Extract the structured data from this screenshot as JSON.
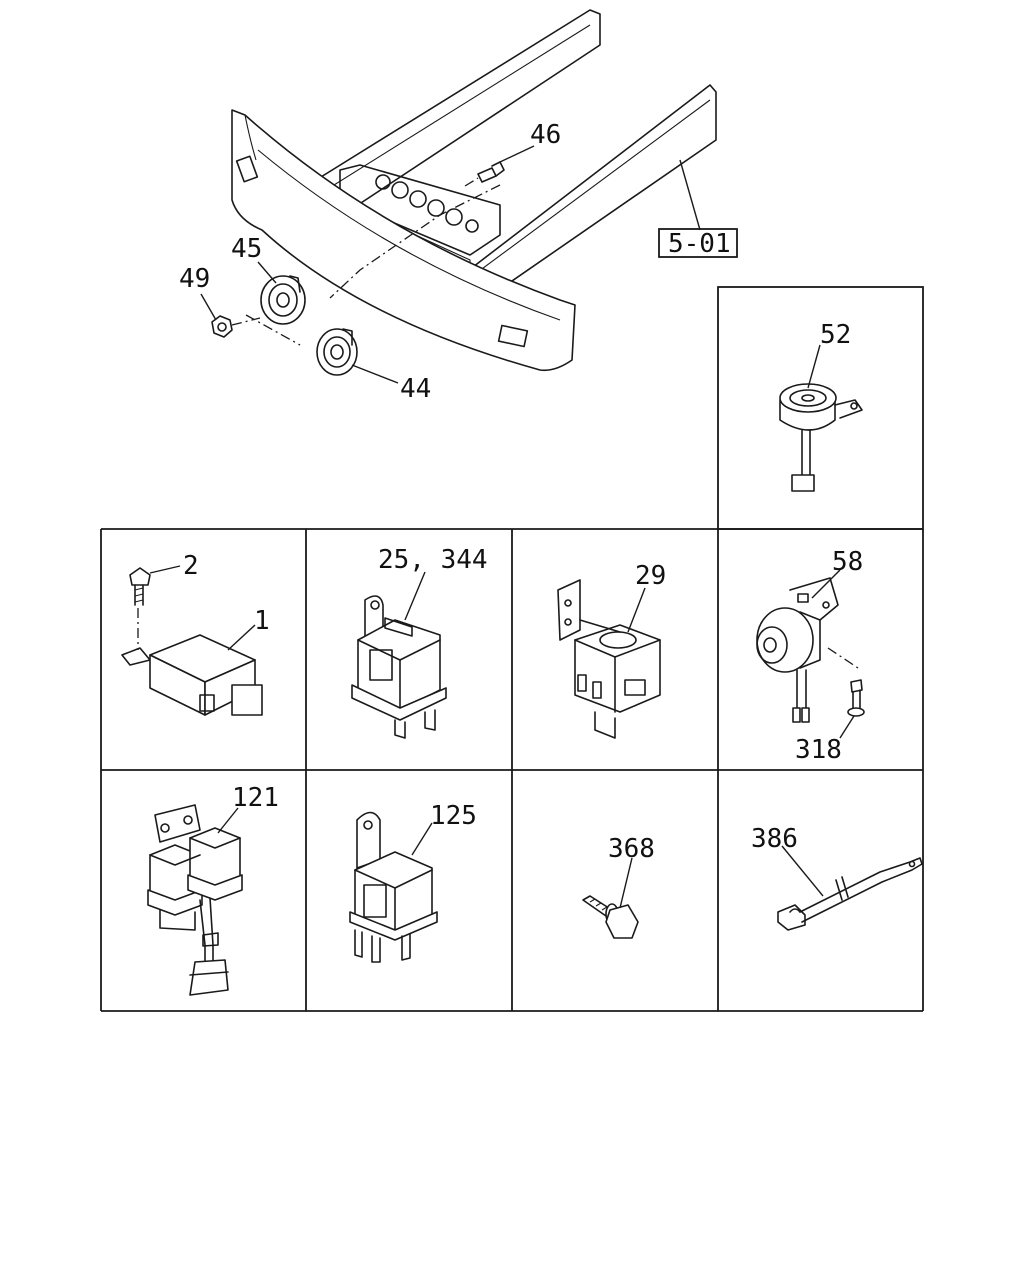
{
  "diagram": {
    "ref_box": "5-01",
    "callouts": {
      "p46": "46",
      "p45": "45",
      "p49": "49",
      "p44": "44",
      "p52": "52",
      "p2": "2",
      "p1": "1",
      "p25": "25, 344",
      "p29": "29",
      "p58": "58",
      "p318": "318",
      "p121": "121",
      "p125": "125",
      "p368": "368",
      "p386": "386"
    }
  }
}
